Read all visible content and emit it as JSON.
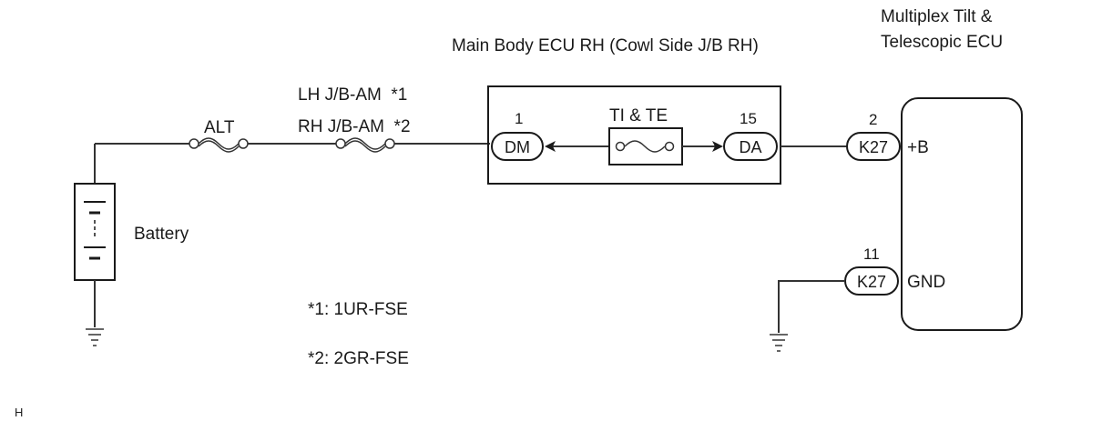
{
  "labels": {
    "ecu_title": "Main Body ECU RH (Cowl Side J/B RH)",
    "tilt_ecu_line1": "Multiplex Tilt &",
    "tilt_ecu_line2": "Telescopic ECU",
    "battery": "Battery",
    "fuse_alt": "ALT",
    "fuse_am_line1": "LH J/B-AM  *1",
    "fuse_am_line2": "RH J/B-AM  *2",
    "internal_fuse": "TI & TE",
    "note1": "*1: 1UR-FSE",
    "note2": "*2: 2GR-FSE",
    "corner_code": "H"
  },
  "connectors": {
    "dm": {
      "pin": "1",
      "name": "DM"
    },
    "da": {
      "pin": "15",
      "name": "DA"
    },
    "k27_b": {
      "pin": "2",
      "name": "K27",
      "signal": "+B"
    },
    "k27_gnd": {
      "pin": "11",
      "name": "K27",
      "signal": "GND"
    }
  }
}
